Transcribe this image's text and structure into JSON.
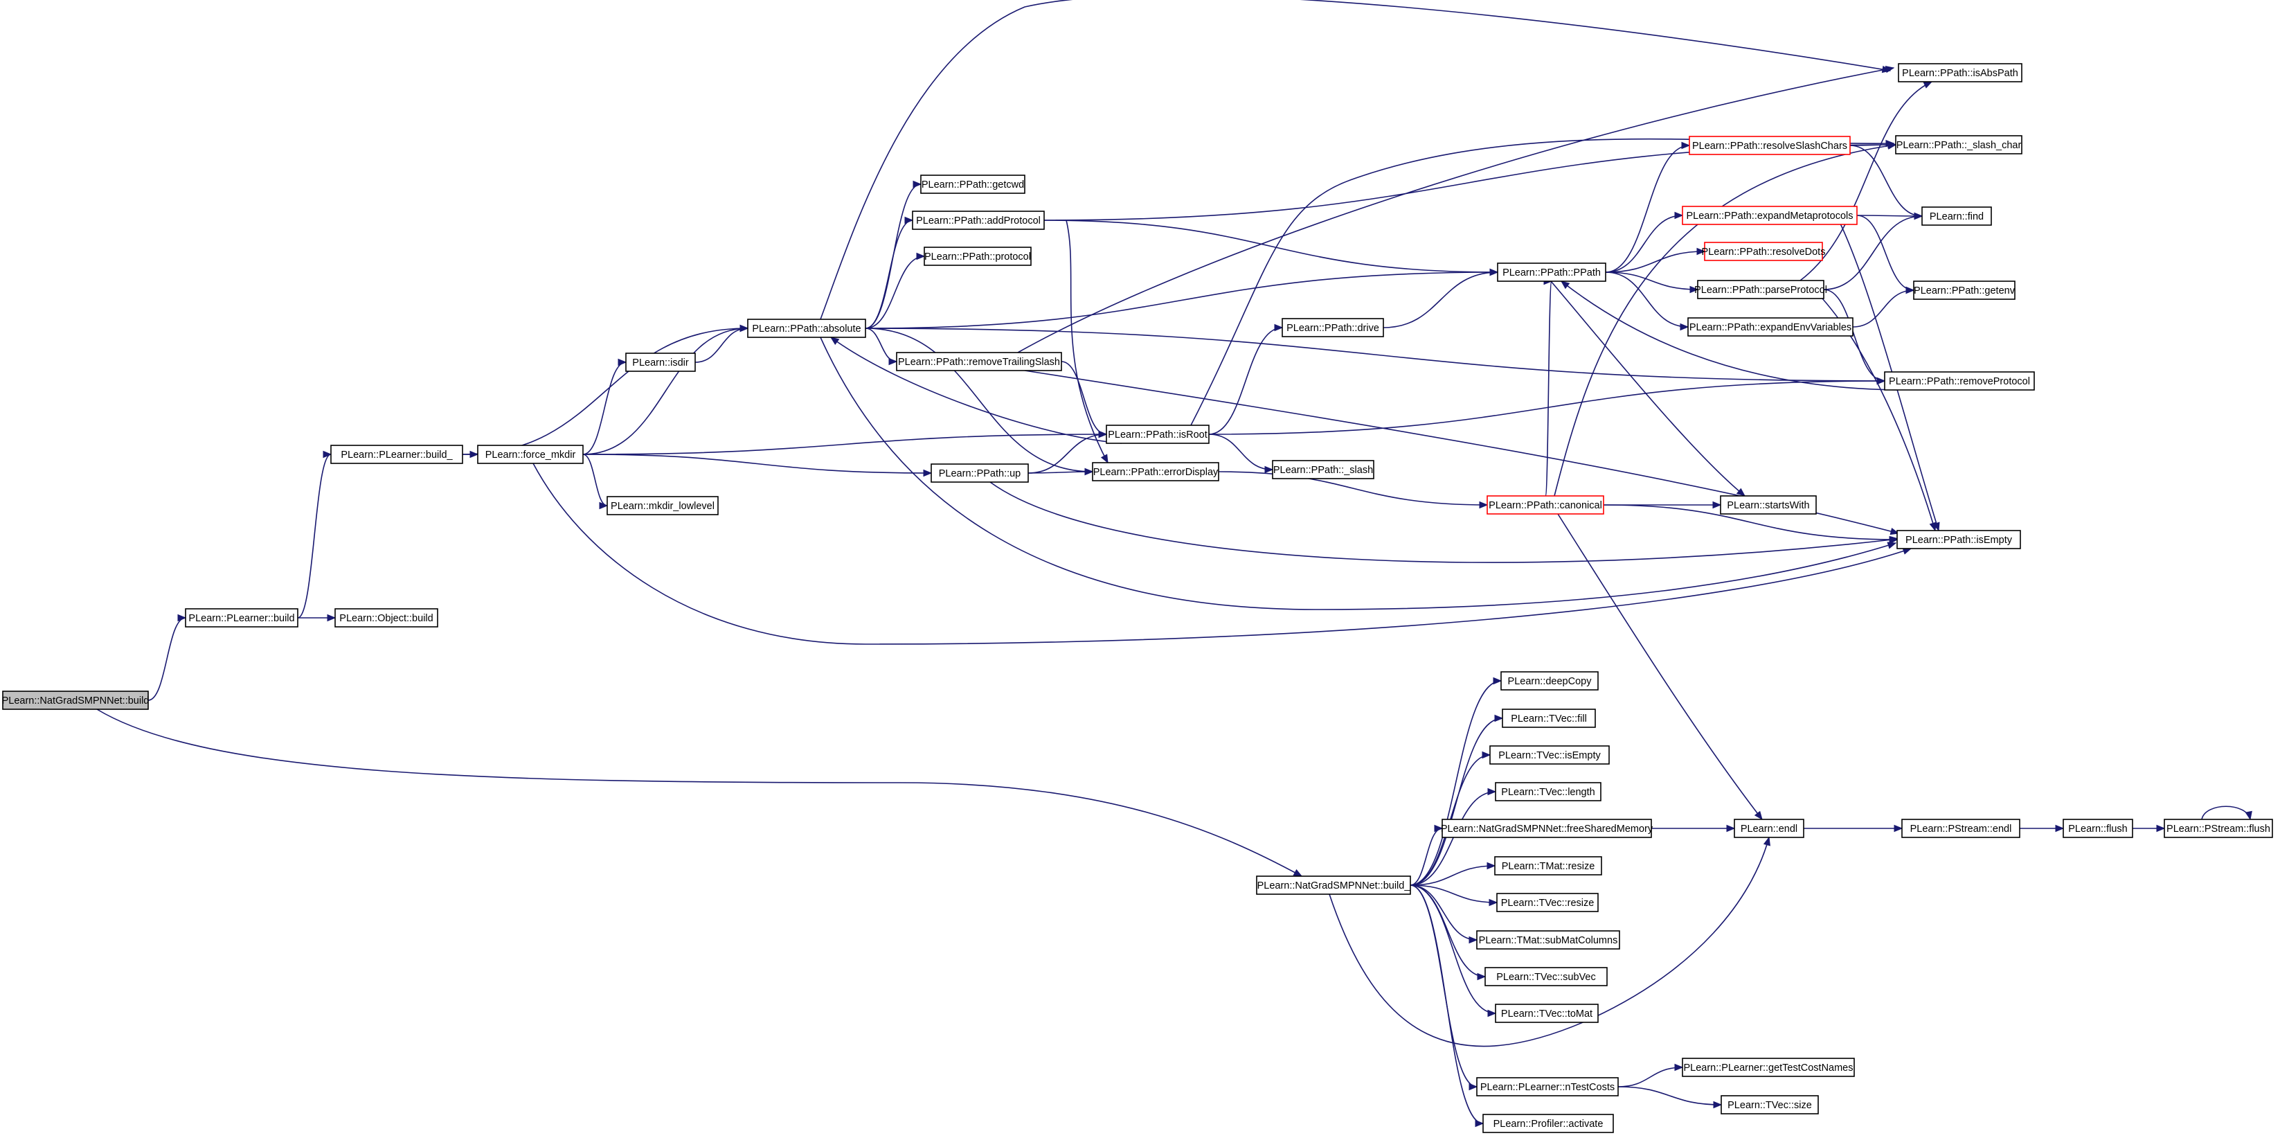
{
  "graph": {
    "nodes": [
      {
        "id": "n0",
        "label": "PLearn::NatGradSMPNNet::build",
        "style": "root"
      },
      {
        "id": "n1",
        "label": "PLearn::PLearner::build"
      },
      {
        "id": "n2",
        "label": "PLearn::Object::build"
      },
      {
        "id": "n3",
        "label": "PLearn::PLearner::build_"
      },
      {
        "id": "n4",
        "label": "PLearn::force_mkdir"
      },
      {
        "id": "n5",
        "label": "PLearn::isdir"
      },
      {
        "id": "n6",
        "label": "PLearn::mkdir_lowlevel"
      },
      {
        "id": "n7",
        "label": "PLearn::PPath::absolute"
      },
      {
        "id": "n8",
        "label": "PLearn::PPath::getcwd"
      },
      {
        "id": "n9",
        "label": "PLearn::PPath::addProtocol"
      },
      {
        "id": "n10",
        "label": "PLearn::PPath::protocol"
      },
      {
        "id": "n11",
        "label": "PLearn::PPath::removeTrailingSlash"
      },
      {
        "id": "n12",
        "label": "PLearn::PPath::up"
      },
      {
        "id": "n13",
        "label": "PLearn::PPath::isRoot"
      },
      {
        "id": "n14",
        "label": "PLearn::PPath::errorDisplay"
      },
      {
        "id": "n15",
        "label": "PLearn::PPath::_slash"
      },
      {
        "id": "n16",
        "label": "PLearn::PPath::drive"
      },
      {
        "id": "n17",
        "label": "PLearn::PPath::PPath"
      },
      {
        "id": "n18",
        "label": "PLearn::PPath::canonical",
        "style": "incomplete"
      },
      {
        "id": "n19",
        "label": "PLearn::PPath::resolveSlashChars",
        "style": "incomplete"
      },
      {
        "id": "n20",
        "label": "PLearn::PPath::expandMetaprotocols",
        "style": "incomplete"
      },
      {
        "id": "n21",
        "label": "PLearn::PPath::resolveDots",
        "style": "incomplete"
      },
      {
        "id": "n22",
        "label": "PLearn::PPath::parseProtocol"
      },
      {
        "id": "n23",
        "label": "PLearn::PPath::expandEnvVariables"
      },
      {
        "id": "n24",
        "label": "PLearn::startsWith"
      },
      {
        "id": "n25",
        "label": "PLearn::PPath::isAbsPath"
      },
      {
        "id": "n26",
        "label": "PLearn::PPath::_slash_char"
      },
      {
        "id": "n27",
        "label": "PLearn::find"
      },
      {
        "id": "n28",
        "label": "PLearn::PPath::getenv"
      },
      {
        "id": "n29",
        "label": "PLearn::PPath::removeProtocol"
      },
      {
        "id": "n30",
        "label": "PLearn::PPath::isEmpty"
      },
      {
        "id": "n31",
        "label": "PLearn::NatGradSMPNNet::build_"
      },
      {
        "id": "n32",
        "label": "PLearn::deepCopy"
      },
      {
        "id": "n33",
        "label": "PLearn::TVec::fill"
      },
      {
        "id": "n34",
        "label": "PLearn::TVec::isEmpty"
      },
      {
        "id": "n35",
        "label": "PLearn::TVec::length"
      },
      {
        "id": "n36",
        "label": "PLearn::NatGradSMPNNet::freeSharedMemory"
      },
      {
        "id": "n37",
        "label": "PLearn::TMat::resize"
      },
      {
        "id": "n38",
        "label": "PLearn::TVec::resize"
      },
      {
        "id": "n39",
        "label": "PLearn::TMat::subMatColumns"
      },
      {
        "id": "n40",
        "label": "PLearn::TVec::subVec"
      },
      {
        "id": "n41",
        "label": "PLearn::TVec::toMat"
      },
      {
        "id": "n42",
        "label": "PLearn::PLearner::nTestCosts"
      },
      {
        "id": "n43",
        "label": "PLearn::Profiler::activate"
      },
      {
        "id": "n44",
        "label": "PLearn::endl"
      },
      {
        "id": "n45",
        "label": "PLearn::PStream::endl"
      },
      {
        "id": "n46",
        "label": "PLearn::flush"
      },
      {
        "id": "n47",
        "label": "PLearn::PStream::flush"
      },
      {
        "id": "n48",
        "label": "PLearn::PLearner::getTestCostNames"
      },
      {
        "id": "n49",
        "label": "PLearn::TVec::size"
      }
    ],
    "edges": [
      [
        "n0",
        "n1"
      ],
      [
        "n0",
        "n31"
      ],
      [
        "n1",
        "n3"
      ],
      [
        "n1",
        "n2"
      ],
      [
        "n3",
        "n4"
      ],
      [
        "n3",
        "n7"
      ],
      [
        "n4",
        "n5"
      ],
      [
        "n4",
        "n7"
      ],
      [
        "n4",
        "n13"
      ],
      [
        "n4",
        "n12"
      ],
      [
        "n4",
        "n6"
      ],
      [
        "n4",
        "n30"
      ],
      [
        "n5",
        "n7"
      ],
      [
        "n7",
        "n8"
      ],
      [
        "n7",
        "n9"
      ],
      [
        "n7",
        "n10"
      ],
      [
        "n7",
        "n11"
      ],
      [
        "n7",
        "n17"
      ],
      [
        "n7",
        "n25"
      ],
      [
        "n7",
        "n29"
      ],
      [
        "n7",
        "n30"
      ],
      [
        "n7",
        "n14"
      ],
      [
        "n9",
        "n17"
      ],
      [
        "n9",
        "n26"
      ],
      [
        "n9",
        "n14"
      ],
      [
        "n11",
        "n13"
      ],
      [
        "n11",
        "n25"
      ],
      [
        "n11",
        "n30"
      ],
      [
        "n12",
        "n13"
      ],
      [
        "n12",
        "n14"
      ],
      [
        "n12",
        "n30"
      ],
      [
        "n13",
        "n7"
      ],
      [
        "n13",
        "n16"
      ],
      [
        "n13",
        "n15"
      ],
      [
        "n13",
        "n26"
      ],
      [
        "n13",
        "n29"
      ],
      [
        "n14",
        "n18"
      ],
      [
        "n16",
        "n17"
      ],
      [
        "n17",
        "n19"
      ],
      [
        "n17",
        "n20"
      ],
      [
        "n17",
        "n21"
      ],
      [
        "n17",
        "n22"
      ],
      [
        "n17",
        "n23"
      ],
      [
        "n17",
        "n24"
      ],
      [
        "n18",
        "n17"
      ],
      [
        "n18",
        "n24"
      ],
      [
        "n18",
        "n30"
      ],
      [
        "n18",
        "n44"
      ],
      [
        "n18",
        "n26"
      ],
      [
        "n19",
        "n26"
      ],
      [
        "n19",
        "n27"
      ],
      [
        "n20",
        "n27"
      ],
      [
        "n20",
        "n28"
      ],
      [
        "n20",
        "n30"
      ],
      [
        "n22",
        "n25"
      ],
      [
        "n22",
        "n27"
      ],
      [
        "n22",
        "n29"
      ],
      [
        "n22",
        "n30"
      ],
      [
        "n23",
        "n28"
      ],
      [
        "n29",
        "n17"
      ],
      [
        "n31",
        "n32"
      ],
      [
        "n31",
        "n33"
      ],
      [
        "n31",
        "n34"
      ],
      [
        "n31",
        "n35"
      ],
      [
        "n31",
        "n36"
      ],
      [
        "n31",
        "n37"
      ],
      [
        "n31",
        "n38"
      ],
      [
        "n31",
        "n39"
      ],
      [
        "n31",
        "n40"
      ],
      [
        "n31",
        "n41"
      ],
      [
        "n31",
        "n44"
      ],
      [
        "n31",
        "n42"
      ],
      [
        "n31",
        "n43"
      ],
      [
        "n36",
        "n44"
      ],
      [
        "n42",
        "n48"
      ],
      [
        "n42",
        "n49"
      ],
      [
        "n44",
        "n45"
      ],
      [
        "n45",
        "n46"
      ],
      [
        "n46",
        "n47"
      ],
      [
        "n47",
        "n47"
      ]
    ]
  }
}
